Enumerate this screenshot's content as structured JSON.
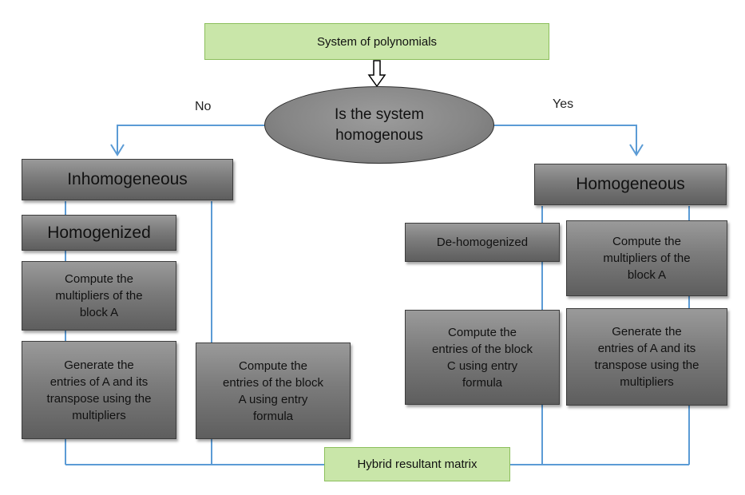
{
  "flowchart": {
    "start": "System of polynomials",
    "decision": {
      "line1": "Is the system",
      "line2": "homogenous"
    },
    "no_label": "No",
    "yes_label": "Yes",
    "left": {
      "header": "Inhomogeneous",
      "step1": "Homogenized",
      "step2": [
        "Compute the",
        "multipliers of the",
        "block A"
      ],
      "step3": [
        "Generate the",
        "entries of A and its",
        "transpose using the",
        "multipliers"
      ],
      "step4": [
        "Compute the",
        "entries of the block",
        "A using entry",
        "formula"
      ]
    },
    "right": {
      "header": "Homogeneous",
      "step1": "De-homogenized",
      "step2": [
        "Compute the",
        "entries of the block",
        "C using entry",
        "formula"
      ],
      "step3": [
        "Compute the",
        "multipliers of the",
        "block A"
      ],
      "step4": [
        "Generate the",
        "entries of A and its",
        "transpose using the",
        "multipliers"
      ]
    },
    "end": "Hybrid resultant matrix"
  },
  "colors": {
    "connector": "#5b9bd5",
    "start_fill": "#c9e6a9",
    "box_fill": "#7b7b7b"
  }
}
